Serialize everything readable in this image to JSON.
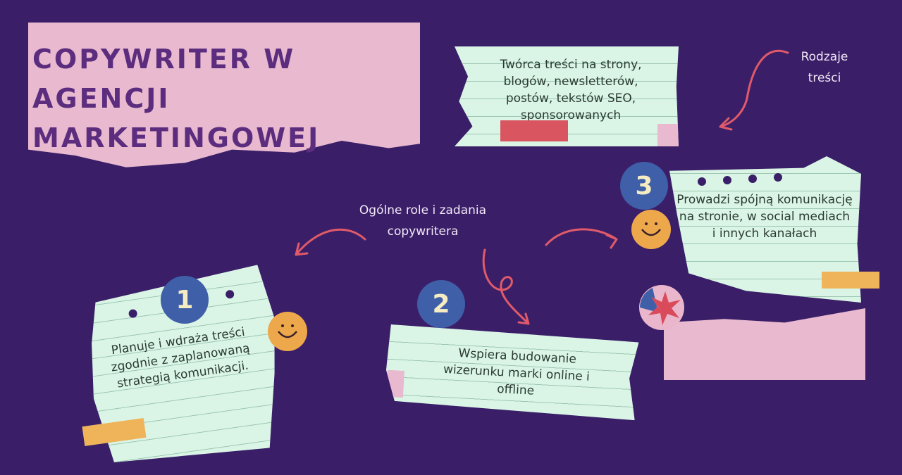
{
  "title": {
    "line1": "Copywriter w agencji",
    "line2": "marketingowej"
  },
  "labels": {
    "content_types": "Rodzaje treści",
    "general_roles": "Ogólne role i zadania copywritera"
  },
  "content_card": {
    "text": "Twórca treści na strony, blogów, newsletterów, postów, tekstów SEO, sponsorowanych"
  },
  "steps": [
    {
      "number": "1",
      "text": "Planuje i wdraża treści zgodnie z zaplanowaną strategią komunikacji."
    },
    {
      "number": "2",
      "text": "Wspiera budowanie wizerunku marki online i offline"
    },
    {
      "number": "3",
      "text": "Prowadzi spójną komunikację na stronie, w social mediach i innych kanałach"
    }
  ],
  "colors": {
    "background": "#3a1f68",
    "title_card": "#e8b9cf",
    "title_text": "#5c2d7e",
    "paper": "#daf5e6",
    "badge": "#3f5fa8",
    "arrow": "#e05a6a",
    "smiley": "#eea84c"
  }
}
